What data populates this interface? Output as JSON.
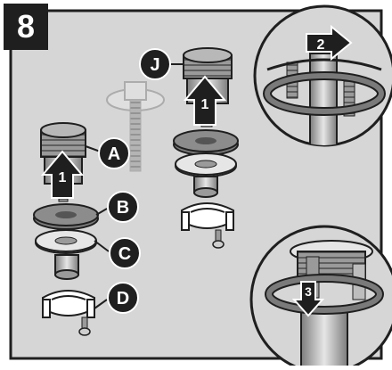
{
  "step_number": "8",
  "callouts": {
    "a": "A",
    "b": "B",
    "c": "C",
    "d": "D",
    "j": "J"
  },
  "arrows": {
    "left_lift": "1",
    "right_lift": "1",
    "top_rotate": "2",
    "bottom_rotate": "3"
  },
  "colors": {
    "panel": "#d6d6d6",
    "frame": "#1f1f1f",
    "part_dark": "#7a7a7a",
    "part_light": "#cfcfcf",
    "badge": "#1f1f1f"
  }
}
